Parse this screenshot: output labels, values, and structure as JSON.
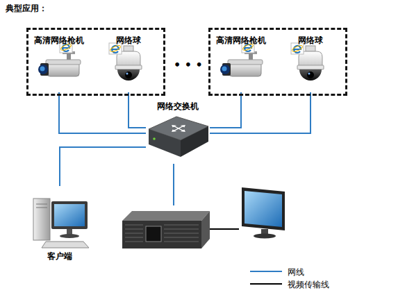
{
  "diagram": {
    "title": "典型应用：",
    "nodes": [
      {
        "text": []
      },
      {
        "text": [
          "高清网络枪机"
        ],
        "in": 0
      },
      {
        "text": [
          "网络球"
        ],
        "in": 0
      },
      {
        "text": []
      },
      {
        "text": [
          "高清网络枪机"
        ],
        "in": 3
      },
      {
        "text": [
          "网络球"
        ],
        "in": 3
      },
      {
        "text": [
          "网络交换机"
        ]
      },
      {
        "text": [
          "客户端"
        ]
      },
      {
        "text": []
      },
      {
        "text": []
      }
    ],
    "edges": [
      {
        "from": 1,
        "to": 6,
        "arrow": "none"
      },
      {
        "from": 2,
        "to": 6,
        "arrow": "none"
      },
      {
        "from": 4,
        "to": 6,
        "arrow": "none"
      },
      {
        "from": 5,
        "to": 6,
        "arrow": "none"
      },
      {
        "from": 7,
        "to": 6,
        "arrow": "none"
      },
      {
        "from": 6,
        "to": 8,
        "arrow": "none"
      },
      {
        "from": 8,
        "to": 9,
        "arrow": "none"
      }
    ],
    "labels": [
      "• • •"
    ],
    "legend": [
      {
        "text": "网线"
      },
      {
        "text": "视频传输线"
      }
    ]
  }
}
